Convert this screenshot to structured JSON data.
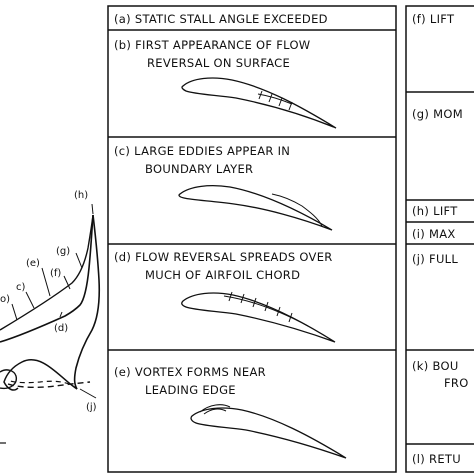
{
  "left_plot": {
    "labels": [
      {
        "id": "h",
        "text": "(h)"
      },
      {
        "id": "g",
        "text": "(g)"
      },
      {
        "id": "e",
        "text": "(e)"
      },
      {
        "id": "f",
        "text": "(f)"
      },
      {
        "id": "c",
        "text": "c)"
      },
      {
        "id": "b",
        "text": "o)"
      },
      {
        "id": "d",
        "text": "(d)"
      },
      {
        "id": "j",
        "text": "(j)"
      }
    ]
  },
  "middle_panels": [
    {
      "id": "a",
      "lines": [
        "(a)  STATIC STALL ANGLE EXCEEDED"
      ]
    },
    {
      "id": "b",
      "lines": [
        "(b)  FIRST APPEARANCE OF FLOW",
        "REVERSAL ON SURFACE"
      ]
    },
    {
      "id": "c",
      "lines": [
        "(c)  LARGE EDDIES APPEAR IN",
        "BOUNDARY LAYER"
      ]
    },
    {
      "id": "d",
      "lines": [
        "(d)  FLOW REVERSAL SPREADS OVER",
        "MUCH OF AIRFOIL CHORD"
      ]
    },
    {
      "id": "e",
      "lines": [
        "(e)  VORTEX FORMS NEAR",
        "LEADING EDGE"
      ]
    }
  ],
  "right_panels": [
    {
      "id": "f",
      "lines": [
        "(f)  LIFT"
      ]
    },
    {
      "id": "g",
      "lines": [
        "(g)  MOM"
      ]
    },
    {
      "id": "h",
      "lines": [
        "(h)  LIFT"
      ]
    },
    {
      "id": "i",
      "lines": [
        "(i)  MAX"
      ]
    },
    {
      "id": "j",
      "lines": [
        "(j)  FULL"
      ]
    },
    {
      "id": "k",
      "lines": [
        "(k)  BOU",
        "FRO"
      ]
    },
    {
      "id": "l",
      "lines": [
        "(l)  RETU"
      ]
    }
  ]
}
